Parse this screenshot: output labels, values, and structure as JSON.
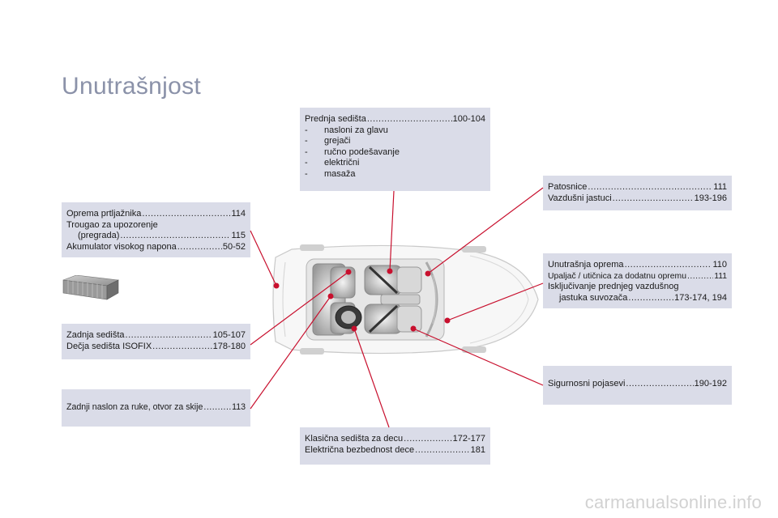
{
  "page": {
    "title": "Unutrašnjost",
    "watermark": "carmanualsonline.info"
  },
  "front_seats": {
    "heading": "Prednja sedišta",
    "heading_pages": "100-104",
    "items": [
      "nasloni za glavu",
      "grejači",
      "ručno podešavanje",
      "električni",
      "masaža"
    ]
  },
  "floor": {
    "rows": [
      {
        "label": "Patosnice",
        "pages": "111"
      },
      {
        "label": "Vazdušni jastuci",
        "pages": "193-196"
      }
    ]
  },
  "boot": {
    "row1_label": "Oprema prtljažnika",
    "row1_pages": "114",
    "row2_label": "Trougao za upozorenje",
    "row3_label": "(pregrada)",
    "row3_pages": "115",
    "row4_label": "Akumulator visokog napona",
    "row4_pages": "50-52"
  },
  "interior": {
    "row1_label": "Unutrašnja oprema",
    "row1_pages": "110",
    "row2_label": "Upaljač / utičnica za dodatnu opremu",
    "row2_pages": "111",
    "row3_label": "Isključivanje prednjeg vazdušnog",
    "row4_label": "jastuka suvozača",
    "row4_pages": "173-174, 194"
  },
  "rear_seats": {
    "rows": [
      {
        "label": "Zadnja sedišta",
        "pages": "105-107"
      },
      {
        "label": "Dečja sedišta ISOFIX",
        "pages": "178-180"
      }
    ]
  },
  "belts": {
    "label": "Sigurnosni pojasevi",
    "pages": "190-192"
  },
  "armrest": {
    "label": "Zadnji naslon za ruke, otvor za skije",
    "pages": "113"
  },
  "child_seats": {
    "rows": [
      {
        "label": "Klasična sedišta za decu",
        "pages": "172-177"
      },
      {
        "label": "Električna bezbednost dece",
        "pages": "181"
      }
    ]
  },
  "colors": {
    "title": "#8b92a9",
    "box_background": "#dadce8",
    "leader_line": "#c8102e",
    "watermark": "#d2d2d2"
  }
}
